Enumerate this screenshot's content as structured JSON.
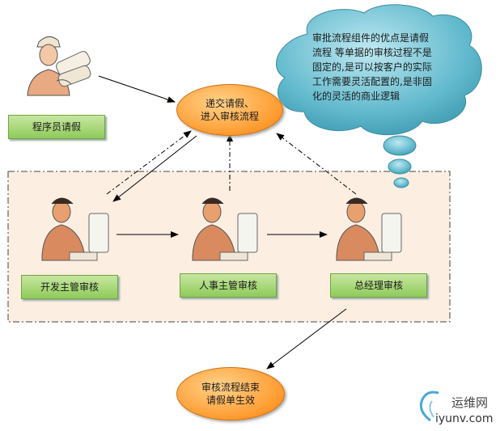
{
  "nodes": {
    "programmer": "程序员请假",
    "submit_line1": "递交请假、",
    "submit_line2": "进入审核流程",
    "dev_manager": "开发主管审核",
    "hr_manager": "人事主管审核",
    "general_manager": "总经理审核",
    "end_line1": "审核流程结束",
    "end_line2": "请假单生效"
  },
  "note": {
    "lines": [
      "审批流程组件的优点是请假",
      "流程 等单据的审核过程不是",
      "固定的,是可以按客户的实际",
      "工作需要灵活配置的,是非固",
      "化的灵活的商业逻辑"
    ]
  },
  "watermark": {
    "cn": "运维网",
    "en": "iyunv.com"
  },
  "colors": {
    "box_fill": "#a8d878",
    "ellipse_fill": "#ff9a2e",
    "cloud_fill": "#5fb8cc",
    "group_fill": "#fdeee2"
  },
  "icons": [
    "worker-holding-blueprints-icon",
    "office-worker-at-computer-icon"
  ]
}
